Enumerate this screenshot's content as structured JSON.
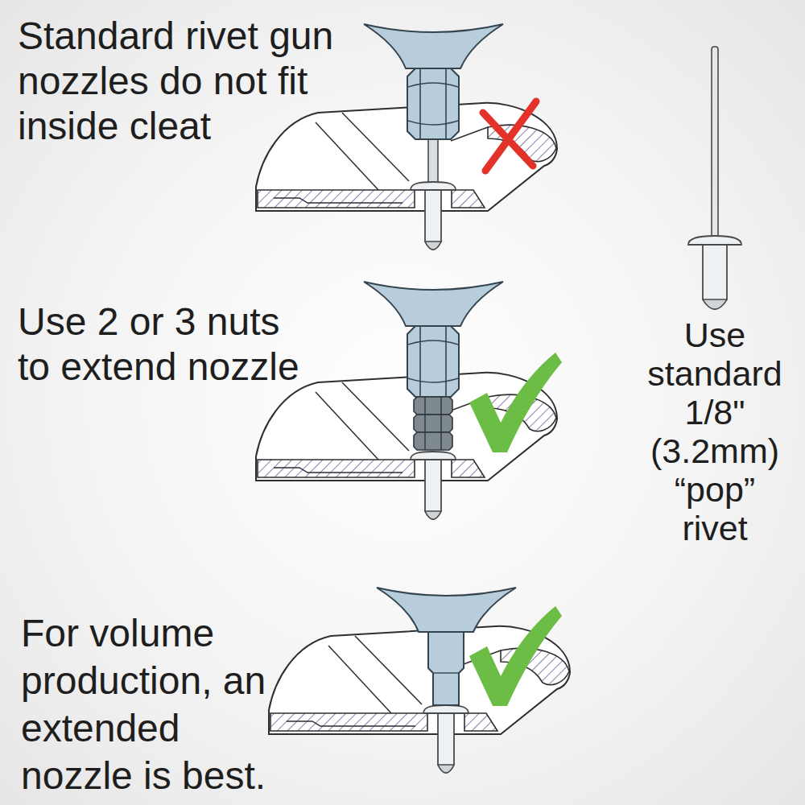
{
  "diagram": {
    "labels": [
      "Standard rivet gun nozzles do not fit inside cleat",
      "Use 2 or 3 nuts to extend nozzle",
      "For volume production, an extended nozzle is best.",
      "Use standard 1/8\" (3.2mm) “pop” rivet"
    ]
  }
}
